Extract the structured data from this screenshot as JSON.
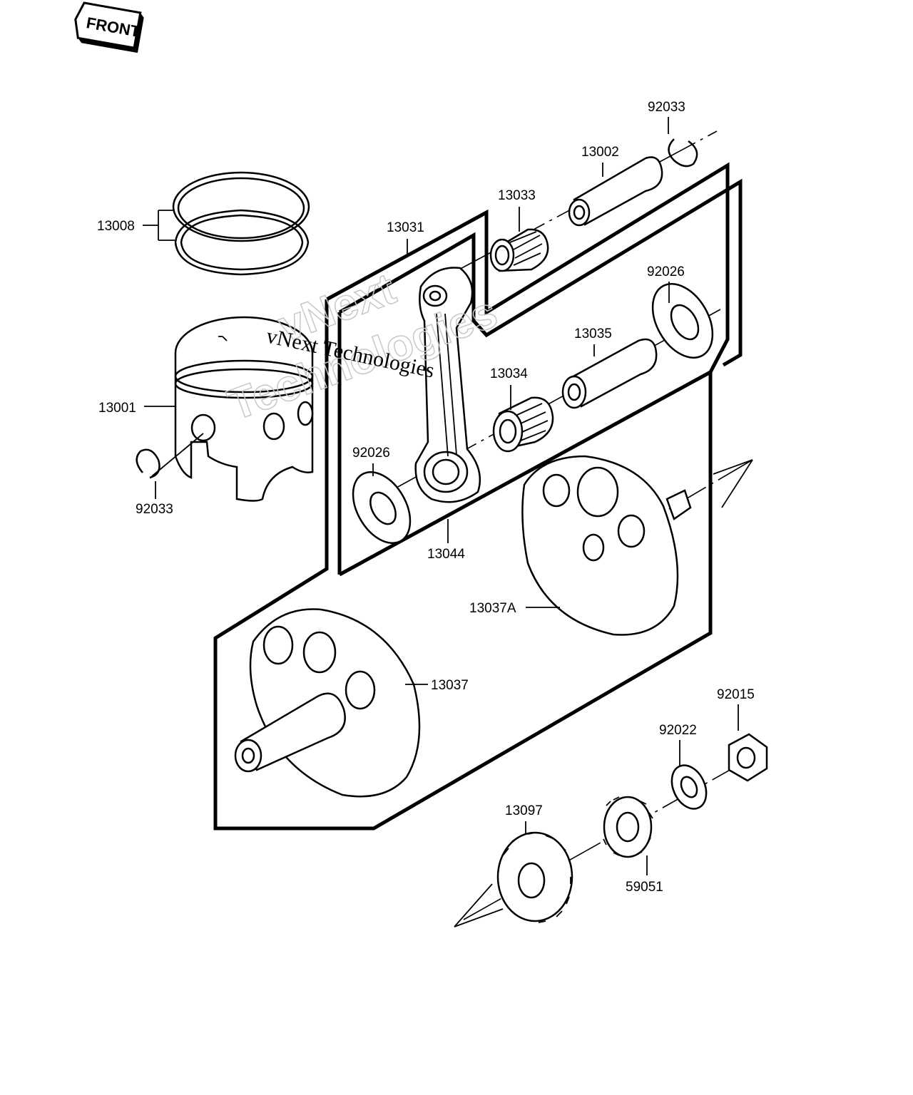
{
  "front_badge": "FRONT",
  "watermark": {
    "line1": "vNext Technologies",
    "big_line1": "vNext",
    "big_line2": "Technologies"
  },
  "labels": {
    "p92033_top": "92033",
    "p13002": "13002",
    "p13033": "13033",
    "p13031": "13031",
    "p13008": "13008",
    "p92026_right": "92026",
    "p13035": "13035",
    "p13034": "13034",
    "p13001": "13001",
    "p92026_left": "92026",
    "p92033_left": "92033",
    "p13044": "13044",
    "p13037A": "13037A",
    "p13037": "13037",
    "p92015": "92015",
    "p92022": "92022",
    "p13097": "13097",
    "p59051": "59051"
  }
}
